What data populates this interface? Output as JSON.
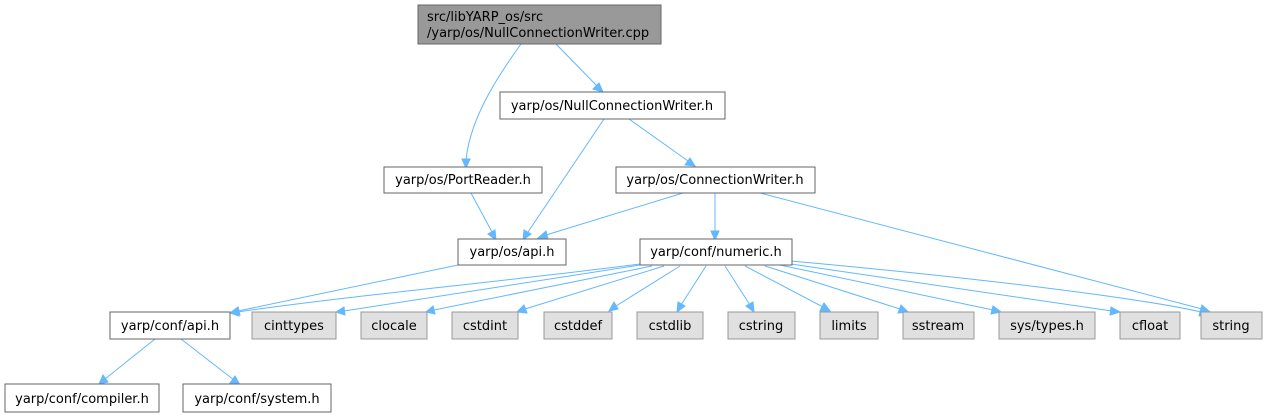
{
  "diagram": {
    "colors": {
      "edge": "#63b8ff",
      "root_fill": "#999999",
      "node_fill": "#ffffff",
      "system_fill": "#e0e0e0",
      "border_dark": "#666666",
      "border_system": "#999999"
    },
    "nodes": {
      "root": {
        "line1": "src/libYARP_os/src",
        "line2": "/yarp/os/NullConnectionWriter.cpp"
      },
      "null_writer_h": "yarp/os/NullConnectionWriter.h",
      "port_reader_h": "yarp/os/PortReader.h",
      "connection_writer_h": "yarp/os/ConnectionWriter.h",
      "os_api_h": "yarp/os/api.h",
      "numeric_h": "yarp/conf/numeric.h",
      "conf_api_h": "yarp/conf/api.h",
      "cinttypes": "cinttypes",
      "clocale": "clocale",
      "cstdint": "cstdint",
      "cstddef": "cstddef",
      "cstdlib": "cstdlib",
      "cstring": "cstring",
      "limits": "limits",
      "sstream": "sstream",
      "sys_types_h": "sys/types.h",
      "cfloat": "cfloat",
      "string": "string",
      "compiler_h": "yarp/conf/compiler.h",
      "system_h": "yarp/conf/system.h"
    }
  }
}
